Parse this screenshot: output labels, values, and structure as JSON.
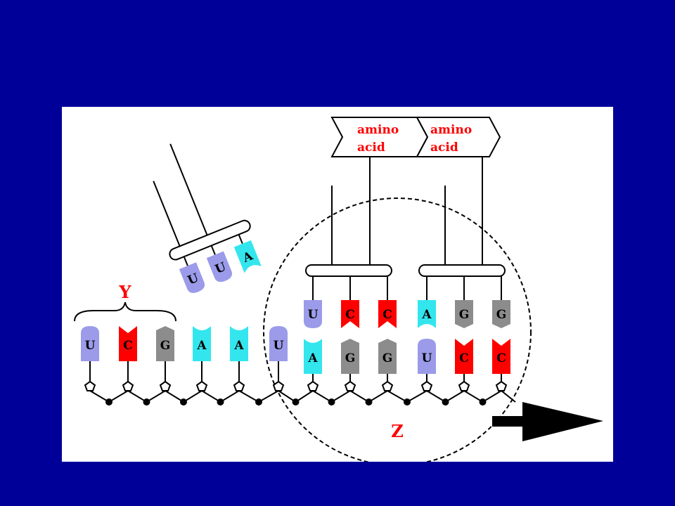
{
  "labels": {
    "y": "Y",
    "z": "Z",
    "amino_acid_1": [
      "amino",
      "acid"
    ],
    "amino_acid_2": [
      "amino",
      "acid"
    ]
  },
  "mrna_bases": [
    "U",
    "C",
    "G",
    "A",
    "A",
    "U",
    "A",
    "G",
    "G",
    "U",
    "C",
    "C"
  ],
  "trna_free_anticodon": [
    "U",
    "U",
    "A"
  ],
  "trna_1_anticodon": [
    "U",
    "C",
    "C"
  ],
  "trna_2_anticodon": [
    "A",
    "G",
    "G"
  ],
  "colors": {
    "background": "#000099",
    "panel": "#ffffff",
    "U": "#9b9bea",
    "C": "#ff0000",
    "G": "#8c8c8c",
    "A": "#33e6ee",
    "label": "#ff0000",
    "ink": "#000000"
  }
}
